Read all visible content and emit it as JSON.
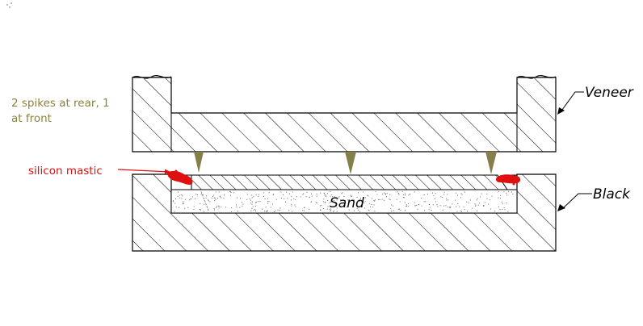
{
  "labels": {
    "spikes_line1": "2 spikes at rear, 1",
    "spikes_line2": "at front",
    "mastic": "silicon mastic",
    "veneer": "Veneer",
    "black": "Black",
    "sand": "Sand"
  },
  "colors": {
    "line": "#000000",
    "hatch": "#000000",
    "spike": "#857f4a",
    "note": "#8a8040",
    "mastic": "#e01010",
    "sand_speckle": "#666666",
    "background": "#ffffff"
  }
}
